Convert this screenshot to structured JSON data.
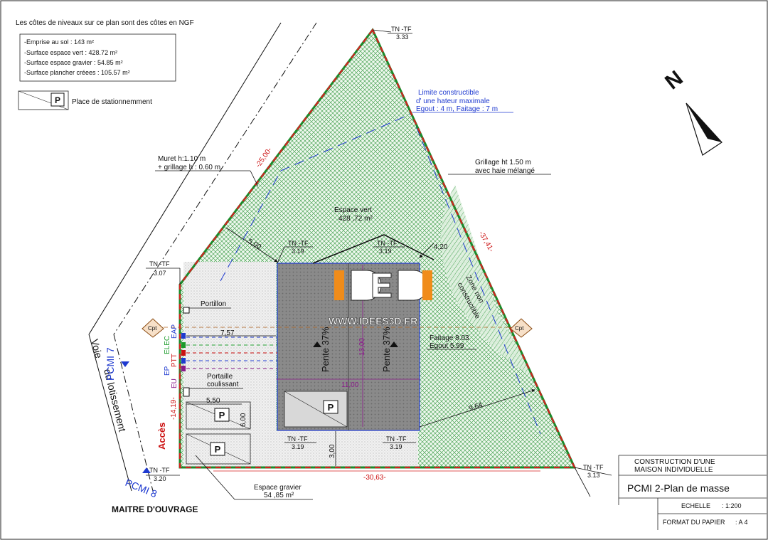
{
  "header_note": "Les côtes de niveaux sur ce plan sont des côtes en NGF",
  "summary": {
    "emprise": "-Emprise au sol : 143 m²",
    "vert": "-Surface espace vert : 428.72 m²",
    "gravier": "-Surface espace gravier : 54.85 m²",
    "plancher": "-Surface plancher créees : 105.57 m²"
  },
  "legend": {
    "parking_label": "Place de stationnemment",
    "parking_symbol": "P"
  },
  "north": {
    "label": "N"
  },
  "levels": {
    "tn_tf": "TN -TF",
    "top": "3.33",
    "left_mid": "3.07",
    "house_left": "3.19",
    "house_right": "3.19",
    "bottom_left_house": "3.19",
    "bottom_right_house": "3.19",
    "bottom_left": "3.20",
    "bottom_right": "3.13"
  },
  "annotations": {
    "limite_1": "Limite constructible",
    "limite_2": "d' une hateur maximale",
    "limite_3": "Egout : 4 m, Faitage : 7 m",
    "grillage_1": "Grillage ht 1.50 m",
    "grillage_2": "avec haie mélangé",
    "muret_1": "Muret h:1.10 m",
    "muret_2": "+ grillage h : 0.60 m",
    "espace_vert_1": "Espace vert",
    "espace_vert_2": "428 ,72 m²",
    "espace_gravier_1": "Espace gravier",
    "espace_gravier_2": "54 ,85 m²",
    "zone_1": "Zone non",
    "zone_2": "constructible",
    "portillon": "Portillon",
    "portail_1": "Portaille",
    "portail_2": "coulissant",
    "faitage": "Faitage 8.03",
    "egout": "Egout 5.99",
    "pente": "Pente 37%",
    "voie_1": "Voie",
    "voie_2": "du lotissement",
    "acces": "Accès",
    "cpt": "Cpt",
    "maitre": "MAITRE D'OUVRAGE",
    "website": "WWW.IDEES3D.FR",
    "networks": [
      "EAP",
      "ELEC",
      "PTT",
      "EP",
      "EU"
    ]
  },
  "network_colors": [
    "#1f3ad0",
    "#1a9a2a",
    "#cc1111",
    "#1f3ad0",
    "#8a1a8a"
  ],
  "photo_refs": {
    "pcmi7": "PCMI 7",
    "pcmi8": "PCMI 8"
  },
  "dimensions": {
    "d2500": "-25,00-",
    "d3741": "-37,41-",
    "d3063": "-30,63-",
    "d1419": "-14,19-",
    "d500": "5,00",
    "d420": "4,20",
    "d757": "7,57",
    "d550": "5,50",
    "d600": "6,00",
    "d300": "3,00",
    "d1100": "11,00",
    "d1300": "13,00",
    "d964": "9,64"
  },
  "title_block": {
    "project_1": "CONSTRUCTION D'UNE",
    "project_2": "MAISON INDIVIDUELLE",
    "sheet": "PCMI 2-Plan de masse",
    "scale_label": "ECHELLE",
    "scale_value": ": 1:200",
    "format_label": "FORMAT DU PAPIER",
    "format_value": ": A 4"
  },
  "colors": {
    "boundary_red": "#d42020",
    "hedge_green": "#1b8a2a",
    "grass": "#eaf7ea",
    "house": "#8c8c8c",
    "gravel": "#e8e8e8",
    "logo_orange": "#f08c1a"
  }
}
